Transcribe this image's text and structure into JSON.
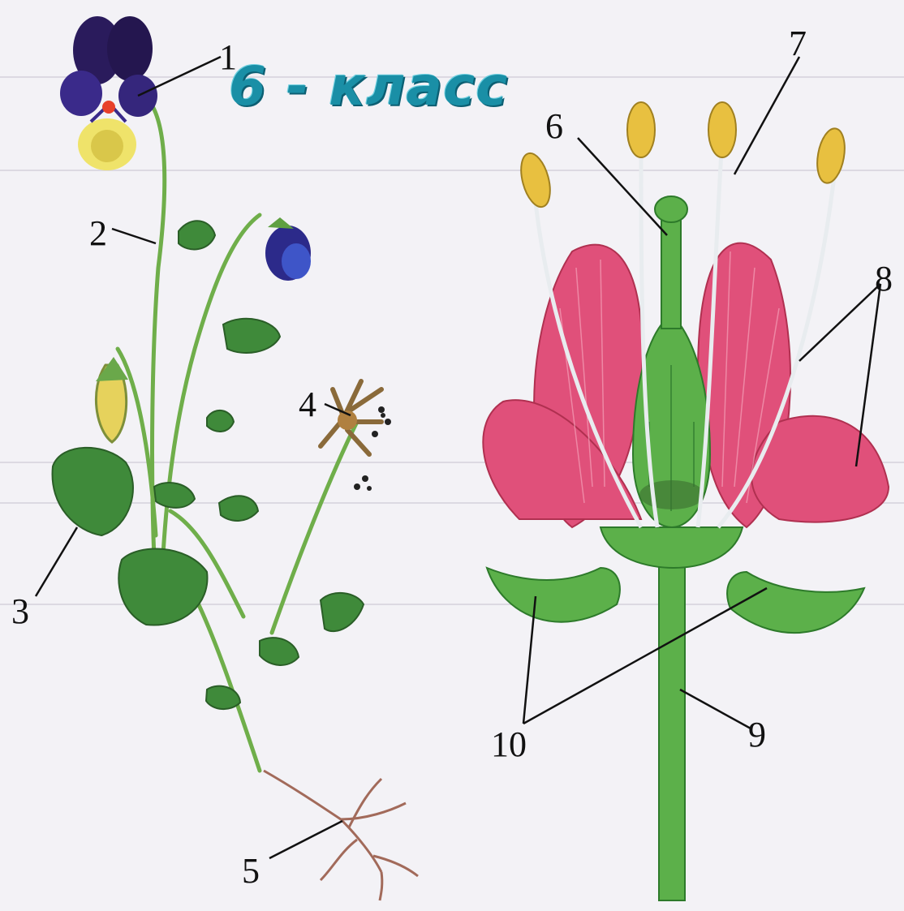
{
  "title": "6 - класс",
  "labels": {
    "l1": "1",
    "l2": "2",
    "l3": "3",
    "l4": "4",
    "l5": "5",
    "l6": "6",
    "l7": "7",
    "l8": "8",
    "l9": "9",
    "l10": "10"
  },
  "colors": {
    "title": "#1a8fa6",
    "petal": "#e0507a",
    "green": "#5cb04a",
    "anther": "#e8c040",
    "violet": "#2a1b5c"
  }
}
